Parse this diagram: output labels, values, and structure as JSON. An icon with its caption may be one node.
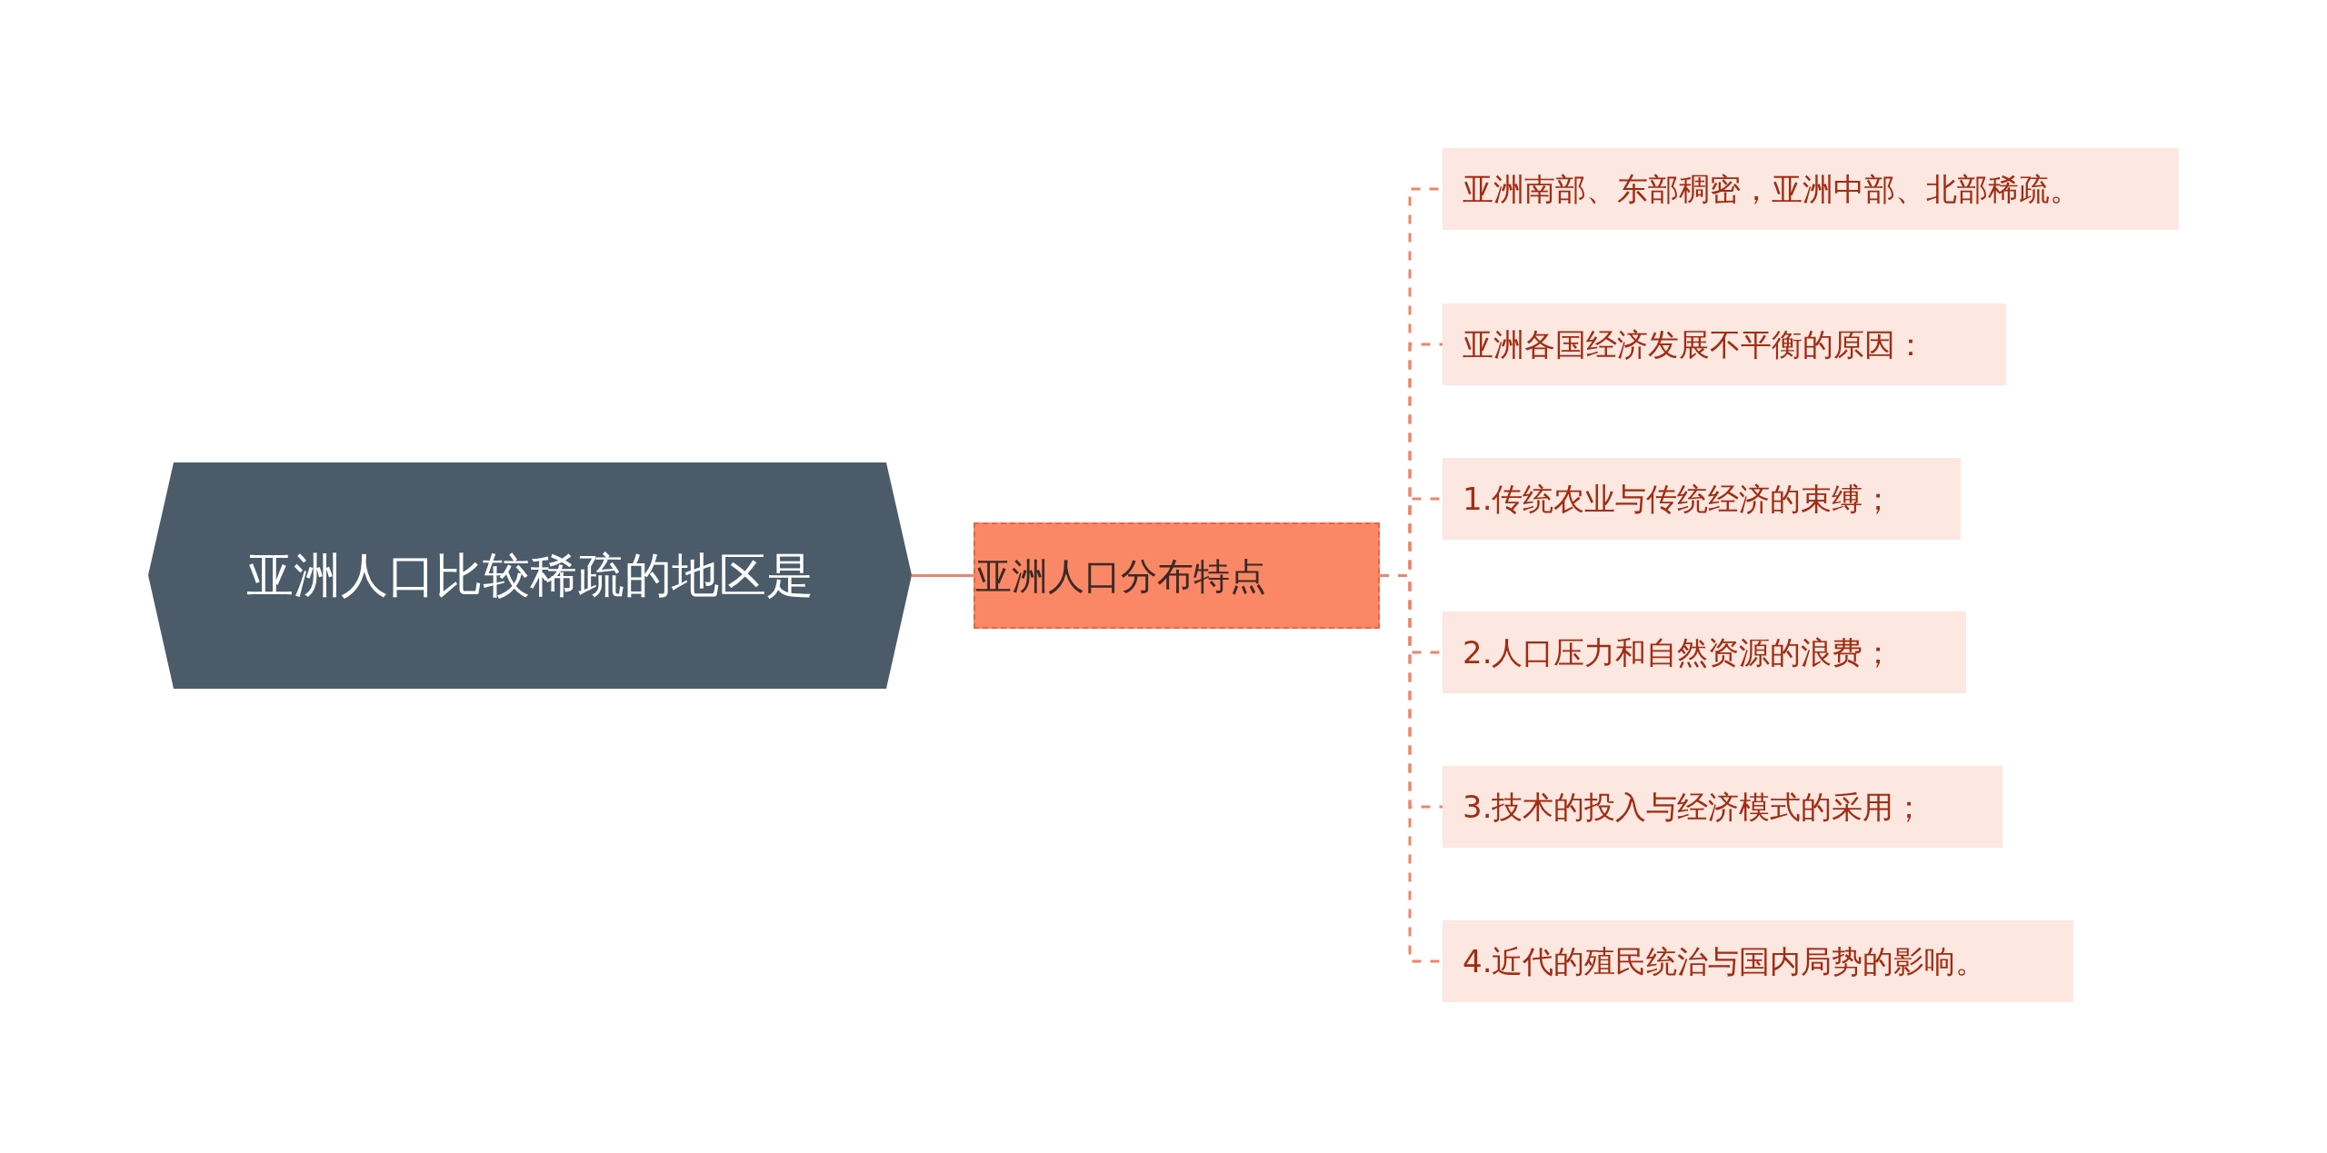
{
  "diagram": {
    "nodes": [
      {
        "text": [
          "亚洲人口比较稀疏的地区是"
        ]
      },
      {
        "text": [
          "亚洲人口分布特点"
        ]
      },
      {
        "text": [
          "亚洲南部、东部稠密，亚洲中部、北部稀疏。"
        ]
      },
      {
        "text": [
          "亚洲各国经济发展不平衡的原因："
        ]
      },
      {
        "text": [
          "1.传统农业与传统经济的束缚；"
        ]
      },
      {
        "text": [
          "2.人口压力和自然资源的浪费；"
        ]
      },
      {
        "text": [
          "3.技术的投入与经济模式的采用；"
        ]
      },
      {
        "text": [
          "4.近代的殖民统治与国内局势的影响。"
        ]
      }
    ],
    "edges": [
      {
        "from": 0,
        "to": 1,
        "arrow": "none"
      },
      {
        "from": 1,
        "to": 2,
        "arrow": "none",
        "style": "dashed"
      },
      {
        "from": 1,
        "to": 3,
        "arrow": "none",
        "style": "dashed"
      },
      {
        "from": 1,
        "to": 4,
        "arrow": "none",
        "style": "dashed"
      },
      {
        "from": 1,
        "to": 5,
        "arrow": "none",
        "style": "dashed"
      },
      {
        "from": 1,
        "to": 6,
        "arrow": "none",
        "style": "dashed"
      },
      {
        "from": 1,
        "to": 7,
        "arrow": "none",
        "style": "dashed"
      }
    ]
  }
}
